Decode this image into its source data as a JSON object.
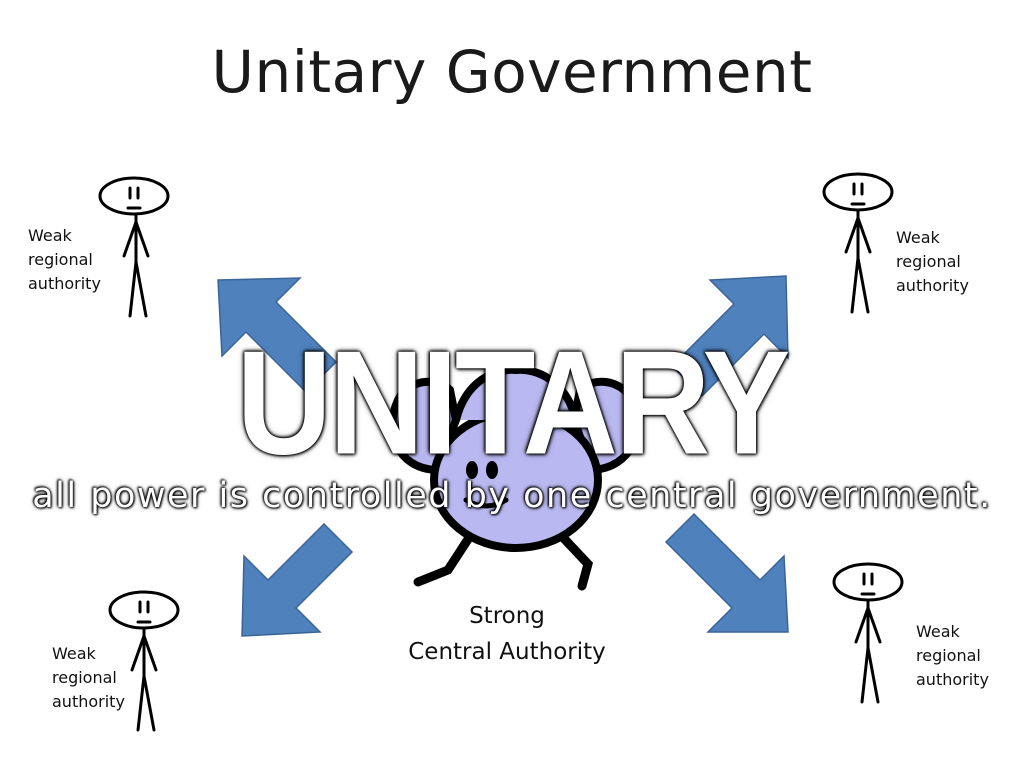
{
  "title": "Unitary Government",
  "overlay": {
    "headline": "UNITARY",
    "subtitle": "all power is controlled by one central government."
  },
  "central": {
    "line1": "Strong",
    "line2": "Central Authority"
  },
  "regional_label": "Weak\nregional\nauthority",
  "colors": {
    "arrow": "#4f81bd",
    "arrow_stroke": "#3a6496",
    "character_fill": "#b9b8f0"
  }
}
